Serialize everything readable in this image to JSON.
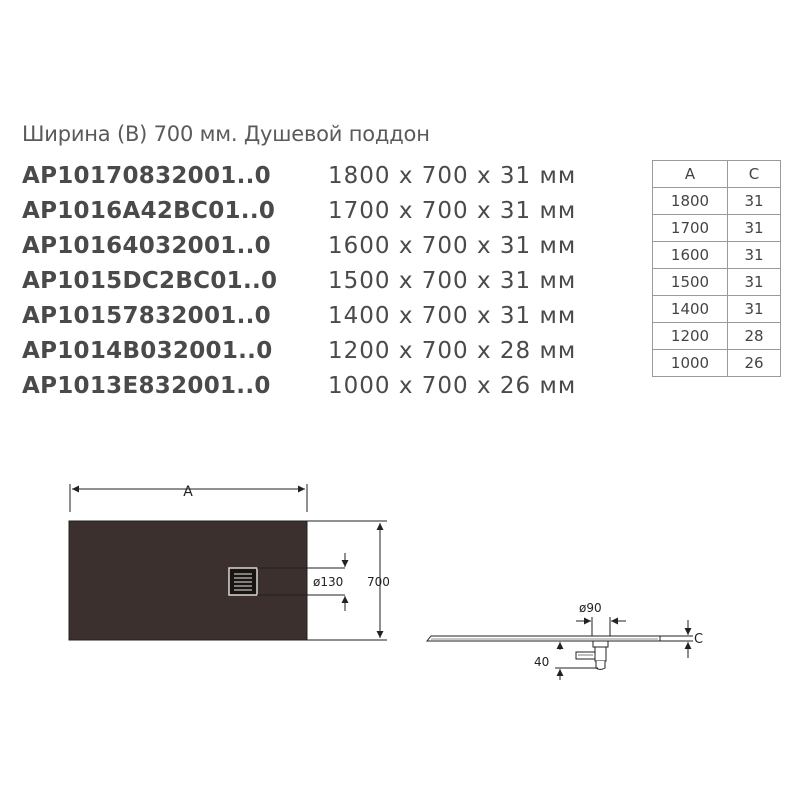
{
  "heading": "Ширина (B) 700 мм. Душевой поддон",
  "products": [
    {
      "code": "AP10170832001..0",
      "size": "1800 x 700 x 31 мм"
    },
    {
      "code": "AP1016A42BC01..0",
      "size": "1700 x 700 x 31 мм"
    },
    {
      "code": "AP10164032001..0",
      "size": "1600 x 700 x 31 мм"
    },
    {
      "code": "AP1015DC2BC01..0",
      "size": "1500 x 700 x 31 мм"
    },
    {
      "code": "AP10157832001..0",
      "size": "1400 x 700 x 31 мм"
    },
    {
      "code": "AP1014B032001..0",
      "size": "1200 x 700 x 28 мм"
    },
    {
      "code": "AP1013E832001..0",
      "size": "1000 x 700 x 26 мм"
    }
  ],
  "size_table": {
    "headers": [
      "A",
      "C"
    ],
    "rows": [
      [
        "1800",
        "31"
      ],
      [
        "1700",
        "31"
      ],
      [
        "1600",
        "31"
      ],
      [
        "1500",
        "31"
      ],
      [
        "1400",
        "31"
      ],
      [
        "1200",
        "28"
      ],
      [
        "1000",
        "26"
      ]
    ]
  },
  "drawing": {
    "dim_a": "A",
    "dim_drain": "ø130",
    "dim_width": "700",
    "dim_outlet": "ø90",
    "dim_c": "C",
    "dim_height": "40"
  },
  "colors": {
    "tray_fill": "#3b302d",
    "line": "#222222",
    "text": "#4a4a4a"
  }
}
